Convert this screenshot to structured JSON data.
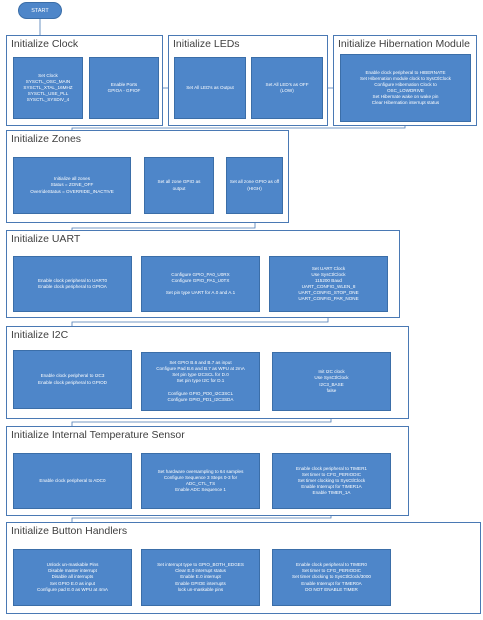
{
  "start_label": "START",
  "sections": [
    {
      "title": "Initialize Clock",
      "boxes": [
        "Set Clock\nSYSCTL_OSC_MAIN\nSYSCTL_XTAL_16MHZ\nSYSCTL_USE_PLL\nSYSCTL_SYSDIV_4",
        "Enable Ports\nGPIOA - GPIOF"
      ]
    },
    {
      "title": "Initialize LEDs",
      "boxes": [
        "Set All LED's as Output",
        "Set All LED's as OFF\n(LOW)"
      ]
    },
    {
      "title": "Initialize Hibernation Module",
      "boxes": [
        "Enable clock peripheral to HIBERNATE\nSet Hibernation module clock to SysCtlClock\nConfigure Hibernation Clock to\nOSC_LOWDRIVE\nSet Hibernate wake on wake pin\nClear Hibernation interrupt status"
      ]
    },
    {
      "title": "Initialize Zones",
      "boxes": [
        "Initialize all zones\nStatus = ZONE_OFF\nOverrideStatus = OVERRIDE_INACTIVE",
        "Set all zone GPIO as\noutput",
        "Set all zone GPIO as off\n(HIGH)"
      ]
    },
    {
      "title": "Initialize UART",
      "boxes": [
        "Enable clock peripheral to UART0\nEnable clock peripheral to GPIOA",
        "Configure GPIO_PA0_U0RX\nConfigure GPIO_PA1_U0TX\n\nSet pin type UART for A.0 and A.1",
        "Set UART Clock\nUse SysCtlClock\n115200 Baud\nUART_CONFIG_WLEN_8\nUART_CONFIG_STOP_ONE\nUART_CONFIG_PAR_NONE"
      ]
    },
    {
      "title": "Initialize I2C",
      "boxes": [
        "Enable clock peripheral to I2C3\nEnable clock peripheral to GPIOD",
        "Set GPIO B.6 and B.7 as input\nConfigure Pad B.6 and B.7 as WPU at 2mA\nSet pin type I2CSCL for D.0\nSet pin type I2C for D.1\n\nConfigure GPIO_PD0_I2C3SCL\nConfigure GPIO_PD1_I2C3SDA",
        "Init I2C clock\nUse SysCtlClock\nI2C3_BASE\nfalse"
      ]
    },
    {
      "title": "Initialize Internal Temperature Sensor",
      "boxes": [
        "Enable clock peripheral to ADC0",
        "Set hardware oversampling to 64 samples\nConfigure Sequence 3 Steps 0-3 for\nADC_CTL_TS\nEnable ADC Sequence 1",
        "Enable clock peripheral to TIMER1\nSet timer to CFG_PERIODIC\nSet timer clocking to SysCtlClock\nEnable Interrupt for TIMER1A\nEnable TIMER_1A"
      ]
    },
    {
      "title": "Initialize Button Handlers",
      "boxes": [
        "Unlock un-maskable Pins\nDisable master interrupt\nDisable all interrupts\nSet GPIO E.0 as input\nConfigure pad E.0 as WPU at 4mA",
        "Set interrupt type to GPIO_BOTH_EDGES\nClear E.0 interrupt status\nEnable E.0 interrupt\nEnable GPIOE interrupts\nlock un-maskable pins",
        "Enable clock peripheral to TIMER0\nSet timer to CFG_PERIODIC\nSet timer clocking to SysCtlClock/3000\nEnable Interrupt for TIMER0A\nDO NOT ENABLE TIMER"
      ]
    }
  ]
}
